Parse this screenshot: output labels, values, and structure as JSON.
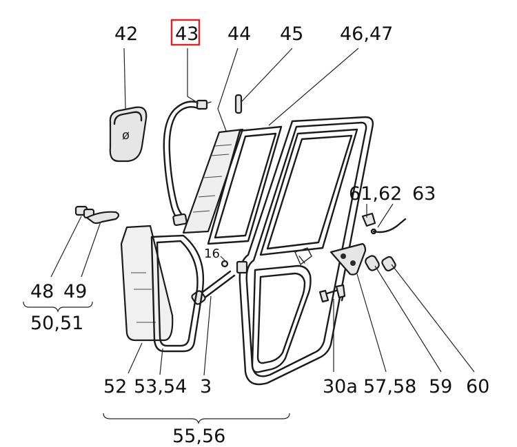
{
  "highlight_color": "#d0282b",
  "labels": {
    "l42": "42",
    "l43": "43",
    "l44": "44",
    "l45": "45",
    "l4647": "46,47",
    "l6162": "61,62",
    "l63": "63",
    "l16": "16",
    "l48": "48",
    "l49": "49",
    "l5051": "50,51",
    "l52": "52",
    "l5354": "53,54",
    "l3": "3",
    "l30a": "30a",
    "l5758": "57,58",
    "l59": "59",
    "l60": "60",
    "l5556": "55,56"
  },
  "icons": {
    "mirror": "mirror-icon",
    "mirror_arm": "mirror-arm-icon",
    "glass": "door-glass-icon",
    "gas_strut": "gas-strut-icon",
    "door_frame": "door-frame-icon",
    "handle": "door-handle-icon"
  }
}
